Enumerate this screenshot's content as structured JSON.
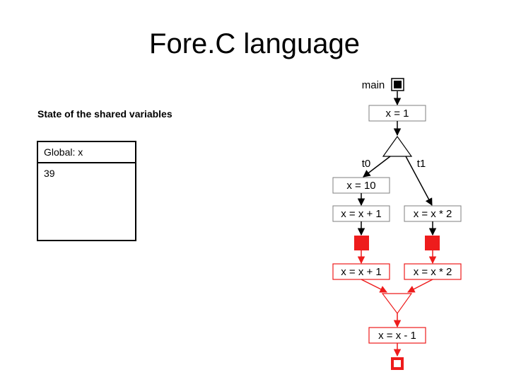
{
  "title": "Fore.C language",
  "subtitle": "State of the shared variables",
  "variables": {
    "header": "Global: x",
    "value": "39"
  },
  "diagram": {
    "main_label": "main",
    "thread_labels": [
      "t0",
      "t1"
    ],
    "nodes": {
      "init": "x = 1",
      "t0_assign": "x = 10",
      "t0_incr": "x = x + 1",
      "t1_mult": "x = x * 2",
      "t0_incr_red": "x = x + 1",
      "t1_mult_red": "x = x * 2",
      "final": "x = x - 1"
    },
    "colors": {
      "normal": "#000000",
      "active": "#ee1c1c",
      "box_border": "#7f7f7f"
    }
  }
}
